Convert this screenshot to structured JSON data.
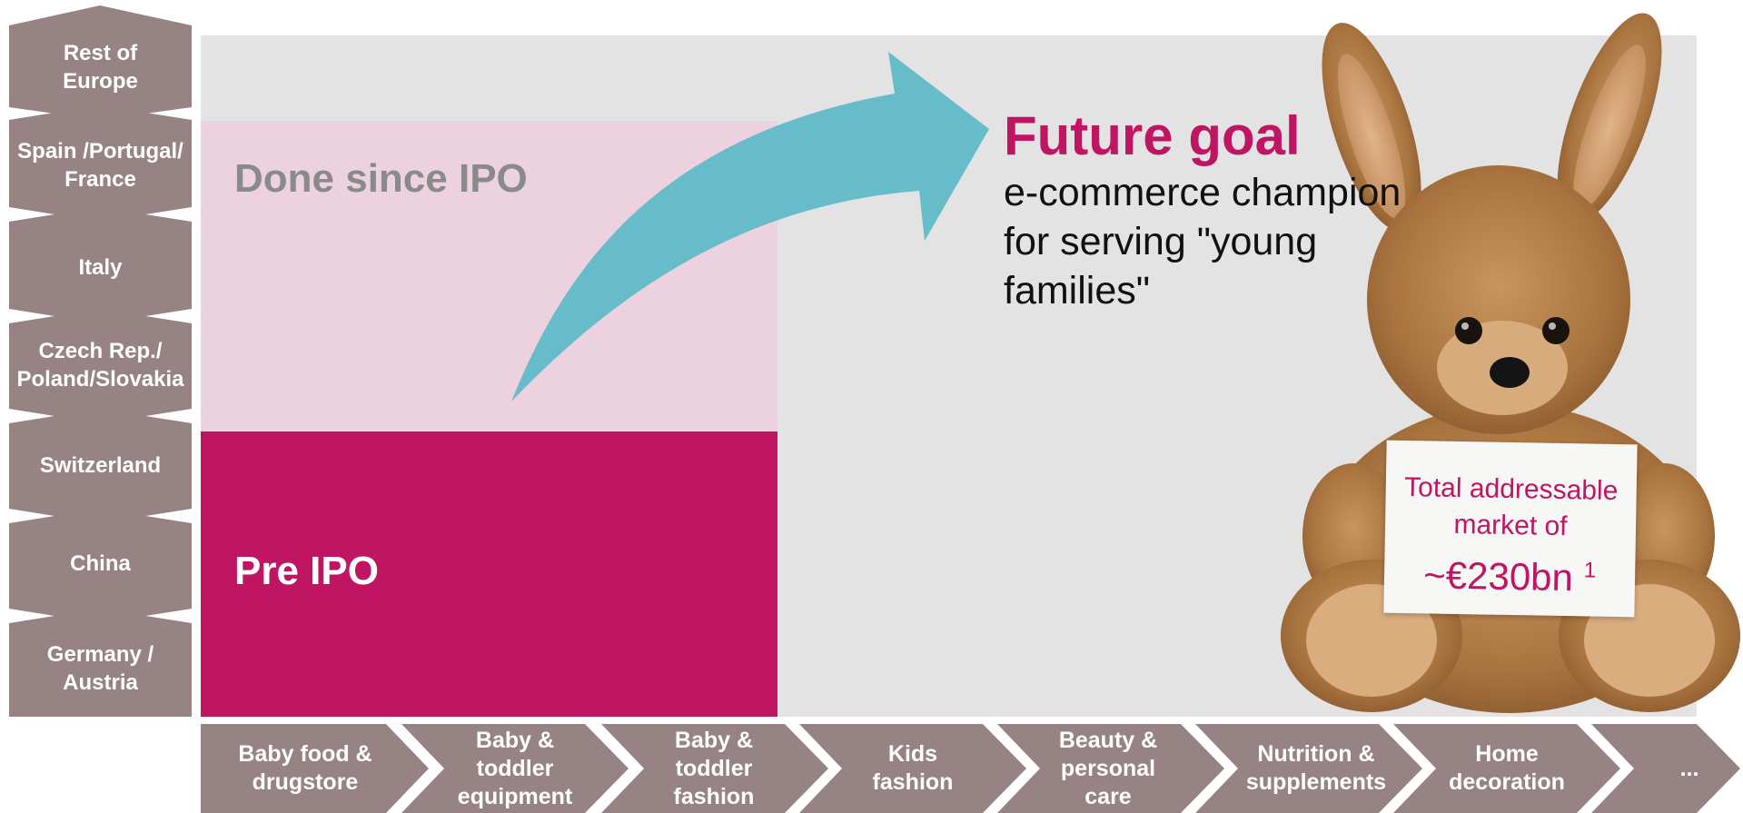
{
  "regions": [
    {
      "label": "Rest of\nEurope"
    },
    {
      "label": "Spain /Portugal/\nFrance"
    },
    {
      "label": "Italy"
    },
    {
      "label": "Czech Rep./\nPoland/Slovakia"
    },
    {
      "label": "Switzerland"
    },
    {
      "label": "China"
    },
    {
      "label": "Germany /\nAustria"
    }
  ],
  "categories": [
    {
      "label": "Baby food &\ndrugstore"
    },
    {
      "label": "Baby &\ntoddler\nequipment"
    },
    {
      "label": "Baby &\ntoddler\nfashion"
    },
    {
      "label": "Kids\nfashion"
    },
    {
      "label": "Beauty &\npersonal\ncare"
    },
    {
      "label": "Nutrition &\nsupplements"
    },
    {
      "label": "Home\ndecoration"
    },
    {
      "label": "..."
    }
  ],
  "areas": {
    "done_since_ipo": "Done since IPO",
    "pre_ipo": "Pre IPO"
  },
  "goal": {
    "title": "Future goal",
    "text": "e-commerce champion for serving \"young families\""
  },
  "tam": {
    "line1": "Total addressable",
    "line2": "market of",
    "amount": "~€230bn",
    "footnote": "1"
  },
  "colors": {
    "magenta": "#bf1562",
    "pink": "#ecd2de",
    "grey_background": "#e3e3e3",
    "chevron": "#978383",
    "arrow": "#66bcc8"
  }
}
